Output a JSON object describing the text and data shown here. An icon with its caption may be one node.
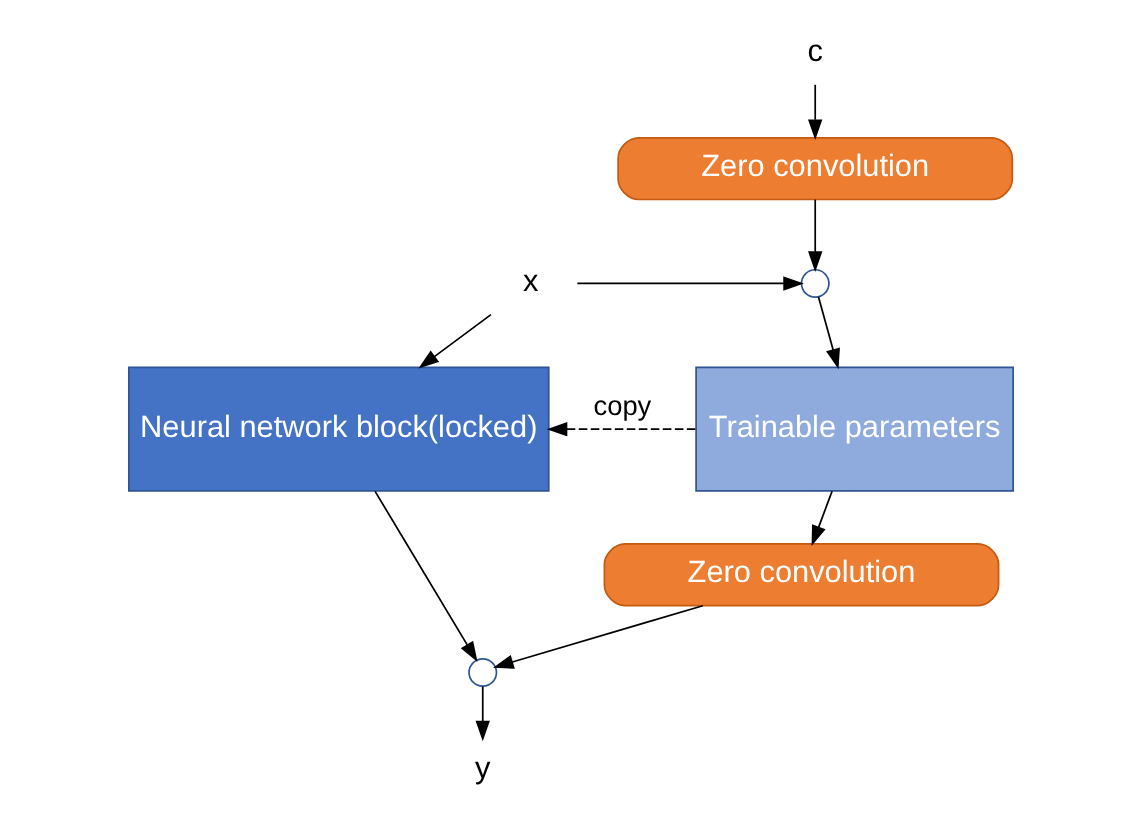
{
  "diagram": {
    "nodes": [
      {
        "text": [
          "c"
        ]
      },
      {
        "text": [
          "Zero convolution"
        ]
      },
      {
        "text": [
          "x"
        ]
      },
      {
        "text": [],
        "shape": "circle"
      },
      {
        "text": [
          "Neural network block(locked)"
        ]
      },
      {
        "text": [
          "Trainable parameters"
        ]
      },
      {
        "text": [
          "Zero convolution"
        ]
      },
      {
        "text": [],
        "shape": "circle"
      },
      {
        "text": [
          "y"
        ]
      }
    ],
    "edges": [
      {
        "from": 0,
        "to": 1,
        "arrow": "to"
      },
      {
        "from": 1,
        "to": 3,
        "arrow": "to"
      },
      {
        "from": 2,
        "to": 3,
        "arrow": "to"
      },
      {
        "from": 2,
        "to": 4,
        "arrow": "to"
      },
      {
        "from": 3,
        "to": 5,
        "arrow": "to"
      },
      {
        "from": 5,
        "to": 4,
        "arrow": "to",
        "label": "copy",
        "style": "dashed"
      },
      {
        "from": 5,
        "to": 6,
        "arrow": "to"
      },
      {
        "from": 6,
        "to": 7,
        "arrow": "to"
      },
      {
        "from": 4,
        "to": 7,
        "arrow": "to"
      },
      {
        "from": 7,
        "to": 8,
        "arrow": "to"
      }
    ]
  }
}
